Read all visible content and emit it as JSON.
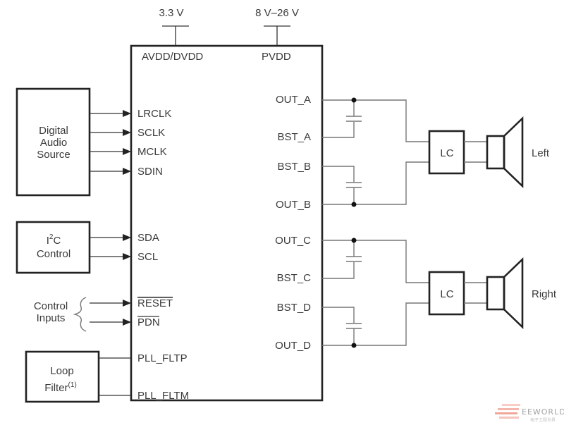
{
  "power": {
    "analog_voltage": "3.3 V",
    "power_voltage": "8 V–26 V",
    "analog_pin": "AVDD/DVDD",
    "power_pin": "PVDD"
  },
  "blocks": {
    "audio_source": [
      "Digital",
      "Audio",
      "Source"
    ],
    "i2c": {
      "line1_main": "I",
      "line1_sup": "2",
      "line1_tail": "C",
      "line2": "Control"
    },
    "control_inputs": [
      "Control",
      "Inputs"
    ],
    "loop_filter": {
      "line1": "Loop",
      "line2": "Filter",
      "footnote": "(1)"
    }
  },
  "left_pins": {
    "audio": [
      "LRCLK",
      "SCLK",
      "MCLK",
      "SDIN"
    ],
    "i2c": [
      "SDA",
      "SCL"
    ],
    "control": [
      "RESET",
      "PDN"
    ],
    "pll": [
      "PLL_FLTP",
      "PLL_FLTM"
    ]
  },
  "right_pins": {
    "channel_1": [
      "OUT_A",
      "BST_A",
      "BST_B",
      "OUT_B"
    ],
    "channel_2": [
      "OUT_C",
      "BST_C",
      "BST_D",
      "OUT_D"
    ]
  },
  "filters": {
    "left": "LC",
    "right": "LC"
  },
  "speakers": {
    "left": "Left",
    "right": "Right"
  },
  "watermark": {
    "brand": "EEWORLD",
    "sub": "电子工程世界",
    "accent_color": "#e2482f"
  }
}
